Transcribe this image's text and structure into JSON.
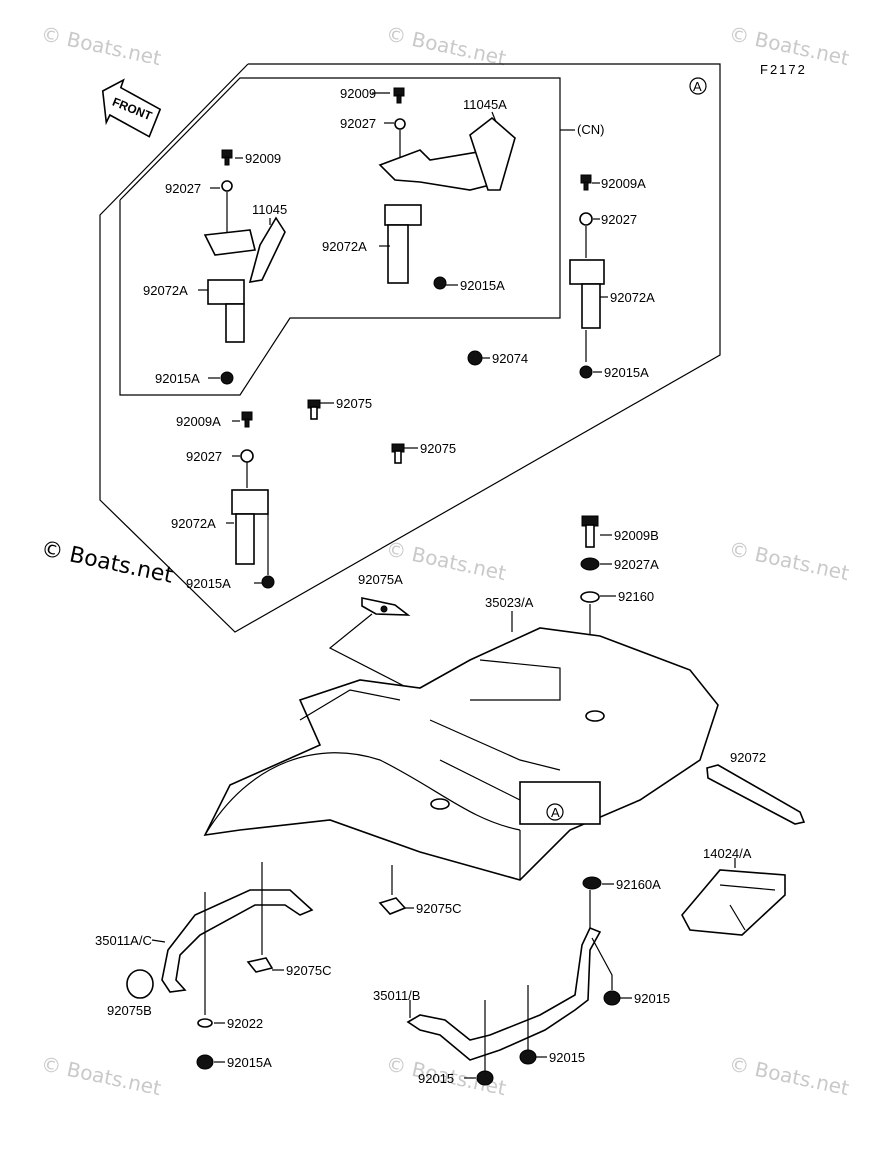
{
  "figure_code": "F2172",
  "ref_marker": "A",
  "front_label": "FRONT",
  "cn_label": "(CN)",
  "watermark": "© Boats.net",
  "parts": [
    {
      "id": "p1",
      "label": "92009"
    },
    {
      "id": "p2",
      "label": "92027"
    },
    {
      "id": "p3",
      "label": "11045A"
    },
    {
      "id": "p4",
      "label": "92009"
    },
    {
      "id": "p5",
      "label": "92027"
    },
    {
      "id": "p6",
      "label": "11045"
    },
    {
      "id": "p7",
      "label": "92072A"
    },
    {
      "id": "p8",
      "label": "92015A"
    },
    {
      "id": "p9",
      "label": "92072A"
    },
    {
      "id": "p10",
      "label": "92015A"
    },
    {
      "id": "p11",
      "label": "92009A"
    },
    {
      "id": "p12",
      "label": "92027"
    },
    {
      "id": "p13",
      "label": "92072A"
    },
    {
      "id": "p14",
      "label": "92015A"
    },
    {
      "id": "p15",
      "label": "92074"
    },
    {
      "id": "p16",
      "label": "92075"
    },
    {
      "id": "p17",
      "label": "92075"
    },
    {
      "id": "p18",
      "label": "92009A"
    },
    {
      "id": "p19",
      "label": "92027"
    },
    {
      "id": "p20",
      "label": "92072A"
    },
    {
      "id": "p21",
      "label": "92015A"
    },
    {
      "id": "p22",
      "label": "92009B"
    },
    {
      "id": "p23",
      "label": "92027A"
    },
    {
      "id": "p24",
      "label": "92160"
    },
    {
      "id": "p25",
      "label": "92075A"
    },
    {
      "id": "p26",
      "label": "35023/A"
    },
    {
      "id": "p27",
      "label": "92072"
    },
    {
      "id": "p28",
      "label": "14024/A"
    },
    {
      "id": "p29",
      "label": "92160A"
    },
    {
      "id": "p30",
      "label": "92075C"
    },
    {
      "id": "p31",
      "label": "35011A/C"
    },
    {
      "id": "p32",
      "label": "92075C"
    },
    {
      "id": "p33",
      "label": "92075B"
    },
    {
      "id": "p34",
      "label": "92022"
    },
    {
      "id": "p35",
      "label": "92015A"
    },
    {
      "id": "p36",
      "label": "35011/B"
    },
    {
      "id": "p37",
      "label": "92015"
    },
    {
      "id": "p38",
      "label": "92015"
    },
    {
      "id": "p39",
      "label": "92015"
    }
  ]
}
